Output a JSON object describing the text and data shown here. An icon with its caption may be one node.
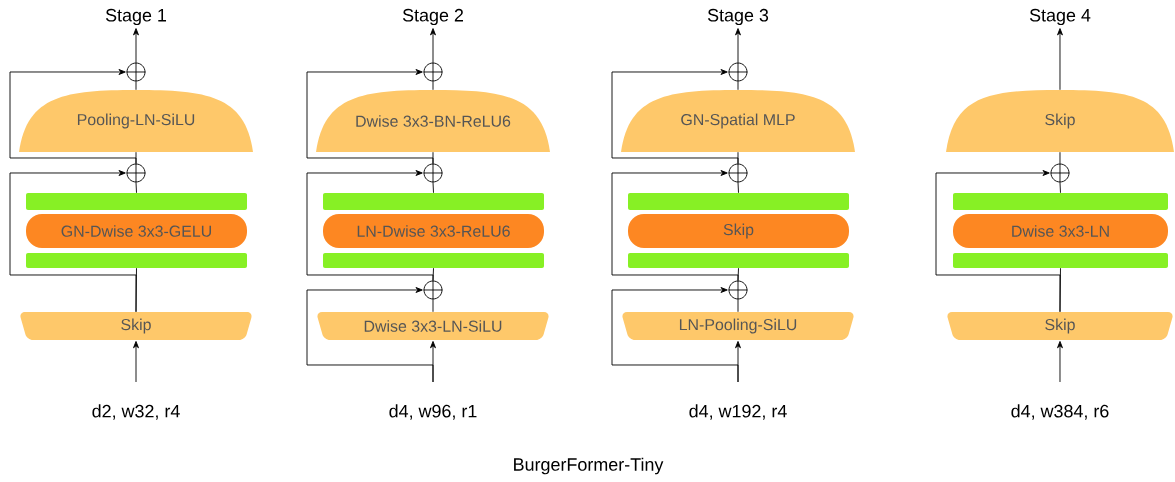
{
  "diagram": {
    "caption": "BurgerFormer-Tiny",
    "nodes": [
      {
        "text": [
          "Stage 1"
        ]
      },
      {
        "text": [],
        "shape": "circle"
      },
      {
        "text": [
          "Pooling-LN-SiLU"
        ]
      },
      {
        "text": [],
        "shape": "circle"
      },
      {
        "text": [],
        "shape": "bar"
      },
      {
        "text": [
          "GN-Dwise 3x3-GELU"
        ]
      },
      {
        "text": [],
        "shape": "bar"
      },
      {
        "text": [
          "Skip"
        ]
      },
      {
        "text": [
          "Stage 2"
        ]
      },
      {
        "text": [],
        "shape": "circle"
      },
      {
        "text": [
          "Dwise 3x3-BN-ReLU6"
        ]
      },
      {
        "text": [],
        "shape": "circle"
      },
      {
        "text": [],
        "shape": "bar"
      },
      {
        "text": [
          "LN-Dwise 3x3-ReLU6"
        ]
      },
      {
        "text": [],
        "shape": "bar"
      },
      {
        "text": [],
        "shape": "circle"
      },
      {
        "text": [
          "Dwise 3x3-LN-SiLU"
        ]
      },
      {
        "text": [
          "Stage 3"
        ]
      },
      {
        "text": [],
        "shape": "circle"
      },
      {
        "text": [
          "GN-Spatial MLP"
        ]
      },
      {
        "text": [],
        "shape": "circle"
      },
      {
        "text": [],
        "shape": "bar"
      },
      {
        "text": [
          "Skip"
        ]
      },
      {
        "text": [],
        "shape": "bar"
      },
      {
        "text": [],
        "shape": "circle"
      },
      {
        "text": [
          "LN-Pooling-SiLU"
        ]
      },
      {
        "text": [
          "Stage 4"
        ]
      },
      {
        "text": [
          "Skip"
        ]
      },
      {
        "text": [],
        "shape": "circle"
      },
      {
        "text": [],
        "shape": "bar"
      },
      {
        "text": [
          "Dwise 3x3-LN"
        ]
      },
      {
        "text": [],
        "shape": "bar"
      },
      {
        "text": [
          "Skip"
        ]
      }
    ],
    "edges": [
      {
        "from": null,
        "to": 7,
        "arrow": "to"
      },
      {
        "from": 7,
        "to": 6,
        "arrow": "none"
      },
      {
        "from": 7,
        "to": 3,
        "arrow": "to"
      },
      {
        "from": 4,
        "to": 3,
        "arrow": "none"
      },
      {
        "from": 3,
        "to": 2,
        "arrow": "none"
      },
      {
        "from": 3,
        "to": 1,
        "arrow": "to"
      },
      {
        "from": 2,
        "to": 1,
        "arrow": "none"
      },
      {
        "from": 1,
        "to": 0,
        "arrow": "to"
      },
      {
        "from": null,
        "to": 16,
        "arrow": "to"
      },
      {
        "from": null,
        "to": 15,
        "arrow": "to"
      },
      {
        "from": 16,
        "to": 15,
        "arrow": "none"
      },
      {
        "from": 15,
        "to": 14,
        "arrow": "none"
      },
      {
        "from": 15,
        "to": 11,
        "arrow": "to"
      },
      {
        "from": 12,
        "to": 11,
        "arrow": "none"
      },
      {
        "from": 11,
        "to": 10,
        "arrow": "none"
      },
      {
        "from": 11,
        "to": 9,
        "arrow": "to"
      },
      {
        "from": 10,
        "to": 9,
        "arrow": "none"
      },
      {
        "from": 9,
        "to": 8,
        "arrow": "to"
      },
      {
        "from": null,
        "to": 25,
        "arrow": "to"
      },
      {
        "from": null,
        "to": 24,
        "arrow": "to"
      },
      {
        "from": 25,
        "to": 24,
        "arrow": "none"
      },
      {
        "from": 24,
        "to": 23,
        "arrow": "none"
      },
      {
        "from": 24,
        "to": 20,
        "arrow": "to"
      },
      {
        "from": 21,
        "to": 20,
        "arrow": "none"
      },
      {
        "from": 20,
        "to": 19,
        "arrow": "none"
      },
      {
        "from": 20,
        "to": 18,
        "arrow": "to"
      },
      {
        "from": 19,
        "to": 18,
        "arrow": "none"
      },
      {
        "from": 18,
        "to": 17,
        "arrow": "to"
      },
      {
        "from": null,
        "to": 32,
        "arrow": "to"
      },
      {
        "from": 32,
        "to": 31,
        "arrow": "none"
      },
      {
        "from": 32,
        "to": 28,
        "arrow": "to"
      },
      {
        "from": 29,
        "to": 28,
        "arrow": "none"
      },
      {
        "from": 28,
        "to": 27,
        "arrow": "none"
      },
      {
        "from": 27,
        "to": 26,
        "arrow": "to"
      }
    ],
    "labels": [
      "d2, w32, r4",
      "d4, w96, r1",
      "d4, w192, r4",
      "d4, w384, r6"
    ]
  }
}
